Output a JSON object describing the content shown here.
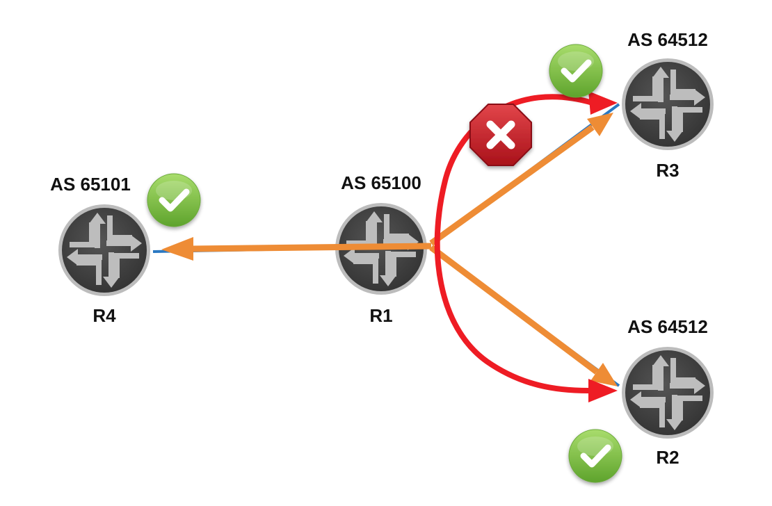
{
  "colors": {
    "router_fill": "#424242",
    "router_ring": "#b6b6b6",
    "router_arrows": "#bdbdbd",
    "blue_link": "#2a78c2",
    "orange_link": "#ee8c35",
    "red_route": "#ee1c24",
    "check_green": "#7dc142",
    "error_red": "#c8232b"
  },
  "routers": [
    {
      "id": "R1",
      "name": "R1",
      "as": "AS 65100"
    },
    {
      "id": "R2",
      "name": "R2",
      "as": "AS 64512"
    },
    {
      "id": "R3",
      "name": "R3",
      "as": "AS 64512"
    },
    {
      "id": "R4",
      "name": "R4",
      "as": "AS 65101"
    }
  ],
  "status": {
    "ok_icon": "check-circle-icon",
    "rejected_icon": "stop-x-icon"
  }
}
